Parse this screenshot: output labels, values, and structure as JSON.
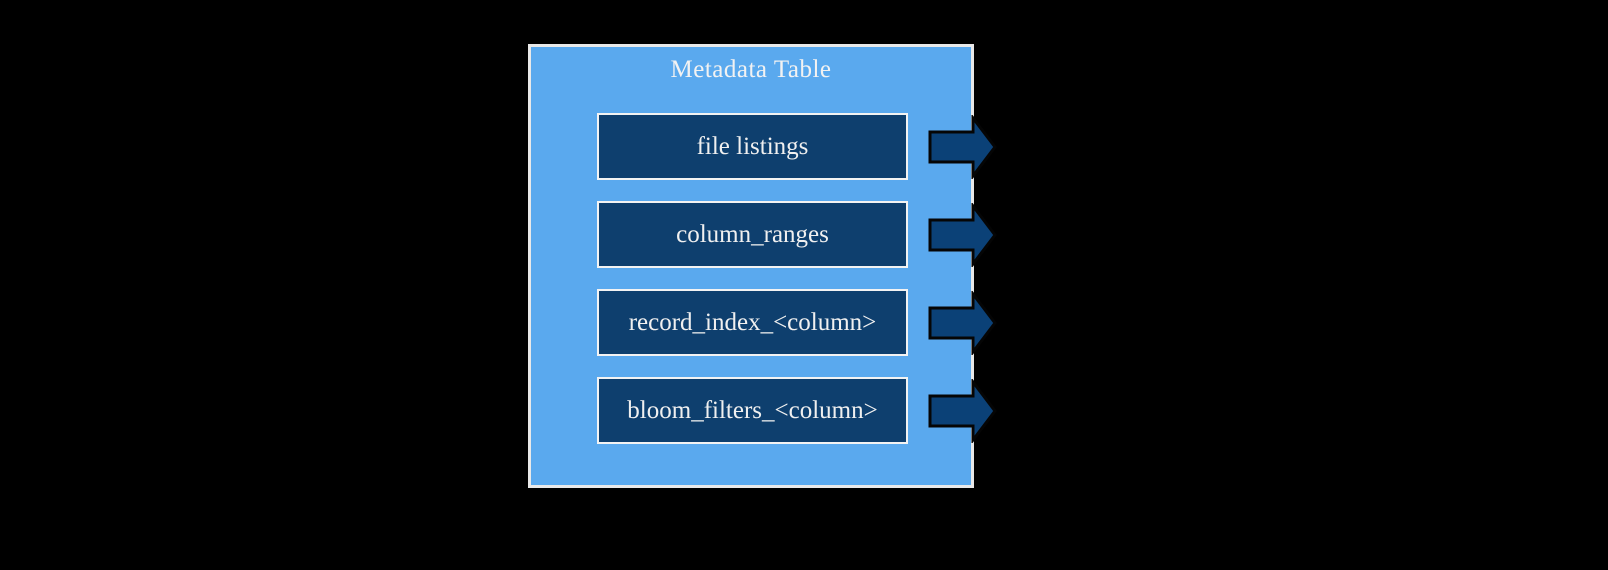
{
  "diagram": {
    "title": "Metadata Table",
    "rows": [
      {
        "label": "file listings"
      },
      {
        "label": "column_ranges"
      },
      {
        "label": "record_index_<column>"
      },
      {
        "label": "bloom_filters_<column>"
      }
    ],
    "colors": {
      "page_background": "#000000",
      "panel_fill": "#5AA9EE",
      "panel_border": "#E9E9E9",
      "entry_fill": "#0E3F6E",
      "entry_border": "#F3F3F3",
      "arrow_fill": "#0B4177",
      "arrow_outline": "#050505",
      "text": "#F0F0F0"
    }
  }
}
